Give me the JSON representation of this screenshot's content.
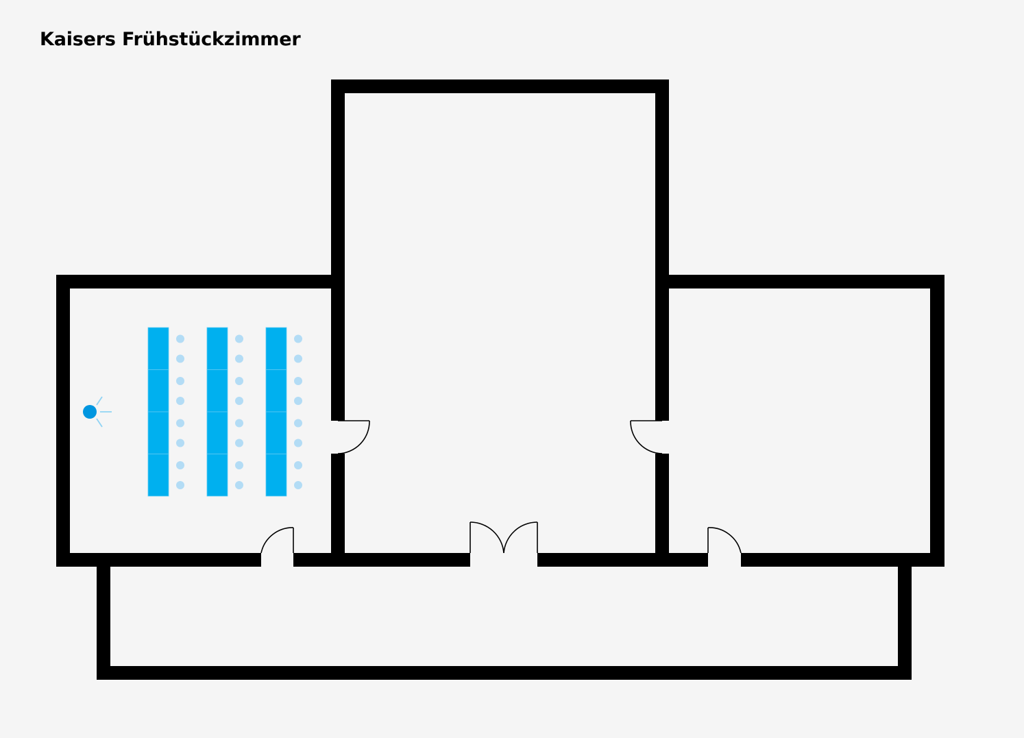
{
  "title": "Kaisers Frühstückzimmer",
  "colors": {
    "background": "#f5f5f5",
    "wall": "#000000",
    "table": "#00b0ef",
    "table_divider": "#5fcaf2",
    "chair": "#b3dcf5",
    "speaker": "#0096e0",
    "speaker_rays": "#8fd3f4"
  },
  "layout": {
    "room_setup": "classroom",
    "table_columns": 3,
    "table_segments_per_column": 4,
    "chair_pairs_per_segment": 1,
    "speaker_position": "front-left"
  }
}
